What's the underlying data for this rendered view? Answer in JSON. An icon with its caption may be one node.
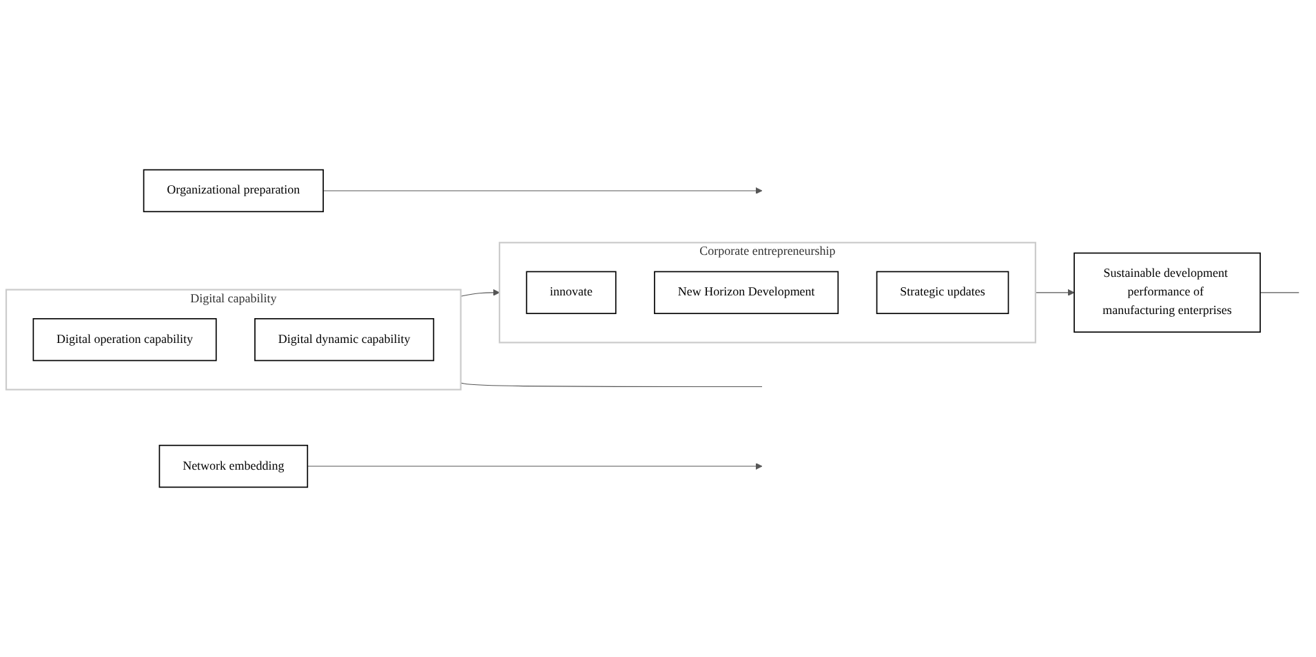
{
  "diagram": {
    "nodes": [
      {
        "text": [
          "Organizational preparation"
        ]
      },
      {
        "text": [
          "Network embedding"
        ]
      },
      {
        "text": [
          "Digital capability"
        ]
      },
      {
        "text": [
          "Digital operation capability"
        ],
        "in": 2
      },
      {
        "text": [
          "Digital dynamic capability"
        ],
        "in": 2
      },
      {
        "text": [
          "Corporate entrepreneurship"
        ]
      },
      {
        "text": [
          "innovate"
        ],
        "in": 5
      },
      {
        "text": [
          "New Horizon Development"
        ],
        "in": 5
      },
      {
        "text": [
          "Strategic updates"
        ],
        "in": 5
      },
      {
        "text": [
          "Sustainable development performance of manufacturing enterprises"
        ]
      }
    ],
    "edges": [
      {
        "from": 2,
        "to": 5,
        "arrow": "to"
      },
      {
        "from": 5,
        "to": 9,
        "arrow": "to"
      },
      {
        "from": 0,
        "to": null,
        "arrow": "to"
      },
      {
        "from": 1,
        "to": null,
        "arrow": "to"
      },
      {
        "from": 2,
        "to": null,
        "arrow": "none"
      },
      {
        "from": 9,
        "to": null,
        "arrow": "none"
      }
    ]
  }
}
